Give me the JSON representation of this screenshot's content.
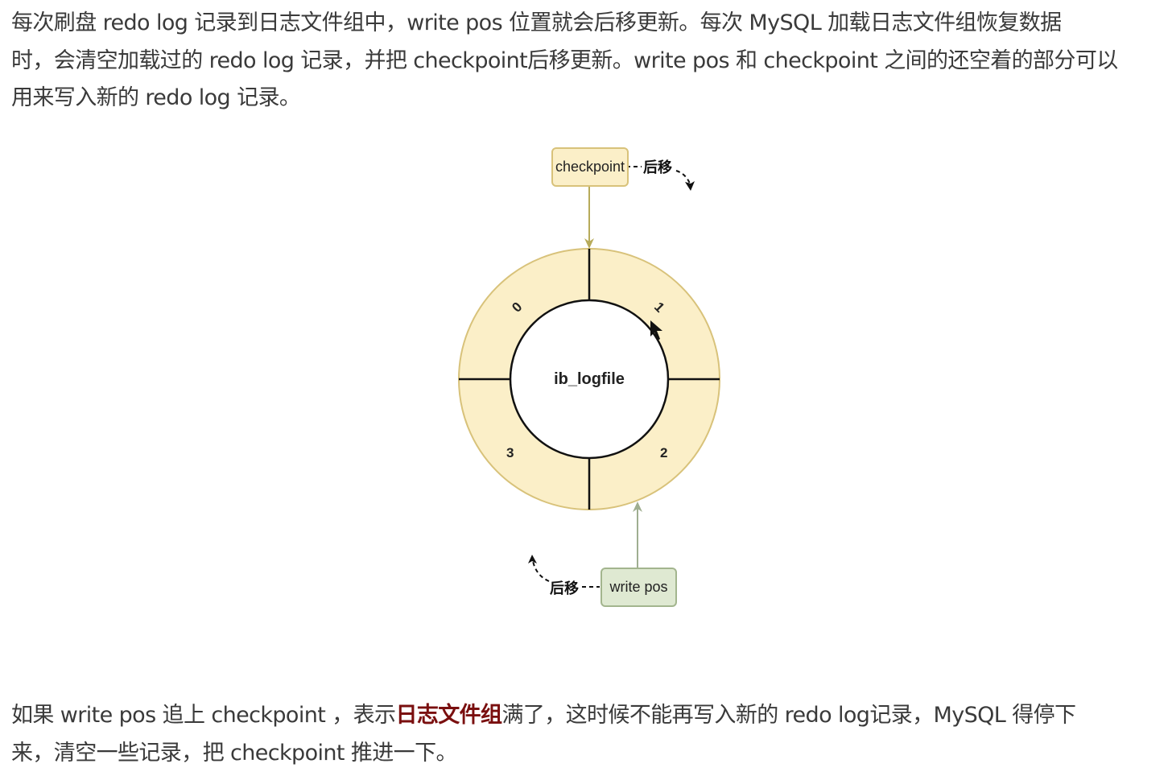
{
  "paragraph1": {
    "lines": [
      "每次刷盘 redo log 记录到日志文件组中，write pos 位置就会后移更新。每次 MySQL 加载日志文件组恢复数据",
      "时，会清空加载过的 redo log 记录，并把 checkpoint后移更新。write pos 和 checkpoint 之间的还空着的部分可以",
      "用来写入新的 redo log 记录。"
    ]
  },
  "diagram": {
    "center_label": "ib_logfile",
    "segments": [
      "0",
      "1",
      "2",
      "3"
    ],
    "checkpoint_box": "checkpoint",
    "checkpoint_move_label": "后移",
    "write_pos_box": "write pos",
    "write_pos_move_label": "后移",
    "colors": {
      "ring_fill": "#fbefc8",
      "ring_stroke": "#d8c27a",
      "checkpoint_fill": "#fbefc8",
      "write_pos_fill": "#dfe9d2",
      "checkpoint_arrow": "#b7ab5a",
      "write_pos_arrow": "#9fae90"
    }
  },
  "paragraph2": {
    "line1_before": "如果 write pos 追上 checkpoint ，表示",
    "line1_highlight": "日志文件组",
    "line1_after": "满了，这时候不能再写入新的 redo log记录，MySQL 得停下",
    "line2": "来，清空一些记录，把 checkpoint 推进一下。",
    "highlight_color": "#7a0f0f"
  }
}
